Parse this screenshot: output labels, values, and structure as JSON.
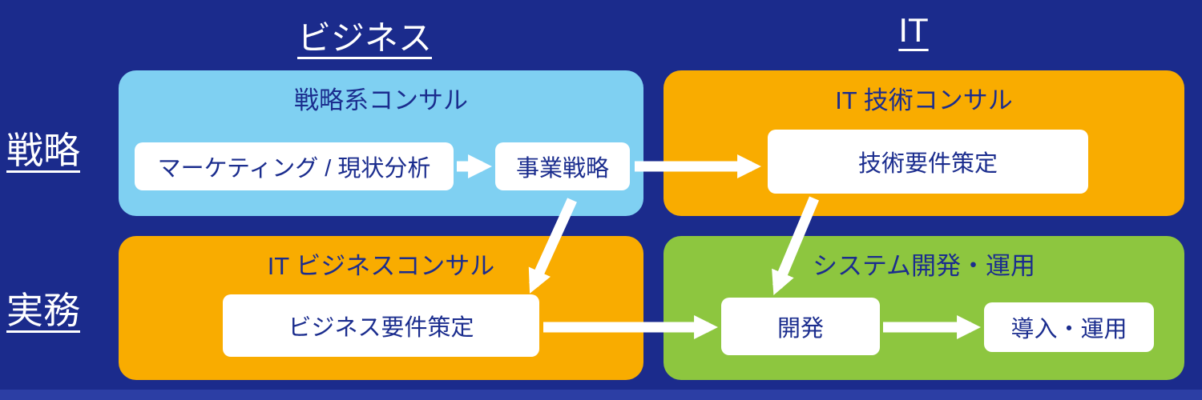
{
  "headers": {
    "columns": [
      {
        "label": "ビジネス"
      },
      {
        "label": "IT"
      }
    ],
    "rows": [
      {
        "label": "戦略"
      },
      {
        "label": "実務"
      }
    ]
  },
  "quadrants": {
    "strategy_business": {
      "title": "戦略系コンサル",
      "items": [
        {
          "label": "マーケティング / 現状分析"
        },
        {
          "label": "事業戦略"
        }
      ]
    },
    "strategy_it": {
      "title": "IT 技術コンサル",
      "items": [
        {
          "label": "技術要件策定"
        }
      ]
    },
    "operations_business": {
      "title": "IT ビジネスコンサル",
      "items": [
        {
          "label": "ビジネス要件策定"
        }
      ]
    },
    "operations_it": {
      "title": "システム開発・運用",
      "items": [
        {
          "label": "開発"
        },
        {
          "label": "導入・運用"
        }
      ]
    }
  },
  "flows": [
    {
      "from": "マーケティング / 現状分析",
      "to": "事業戦略"
    },
    {
      "from": "事業戦略",
      "to": "技術要件策定"
    },
    {
      "from": "事業戦略",
      "to": "ビジネス要件策定"
    },
    {
      "from": "技術要件策定",
      "to": "開発"
    },
    {
      "from": "ビジネス要件策定",
      "to": "開発"
    },
    {
      "from": "開発",
      "to": "導入・運用"
    }
  ],
  "colors": {
    "background": "#1B2B8C",
    "quadrant_light_blue": "#7FD0F2",
    "quadrant_orange": "#F9AC00",
    "quadrant_green": "#8DC63F",
    "text_navy": "#1B2D8E",
    "arrow_white": "#FFFFFF",
    "footer_strip": "#2C3EA4"
  }
}
